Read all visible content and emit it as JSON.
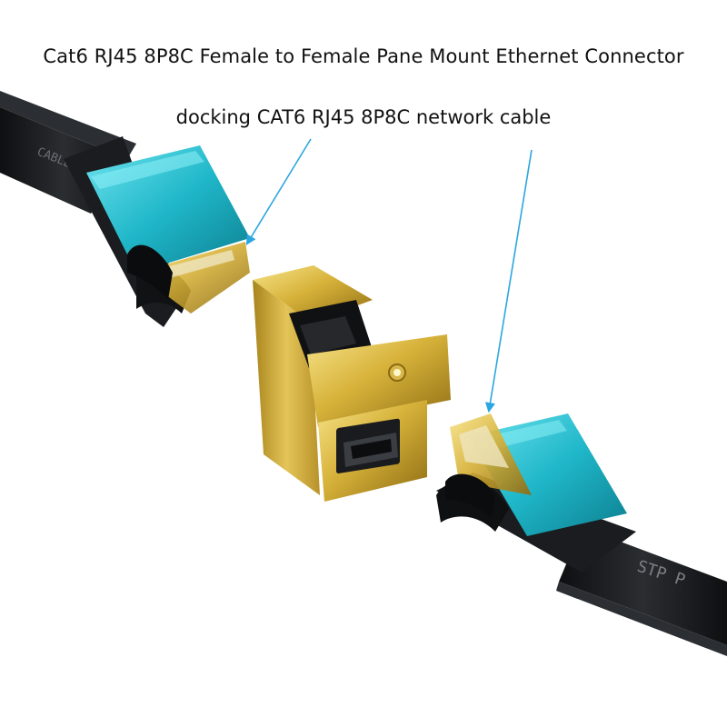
{
  "captions": {
    "title": "Cat6 RJ45 8P8C Female to Female Pane Mount Ethernet Connector",
    "subtitle": "docking CAT6 RJ45 8P8C network cable"
  },
  "cable_prints": {
    "left": "CABLE",
    "right": "STP P"
  },
  "colors": {
    "background": "#ffffff",
    "cable_jacket": "#15171a",
    "plug_boot": "#1a1c1f",
    "plug_shell_accent": "#1fb7c9",
    "plug_shell_highlight": "#6fe3ee",
    "coupler_gold": "#c9a227",
    "coupler_gold_light": "#f2dc74",
    "coupler_gold_dark": "#8a6a12",
    "pointer_arrow": "#2ca6e0"
  },
  "icons": {
    "left_pointer": "arrow-pointer",
    "right_pointer": "arrow-pointer"
  }
}
